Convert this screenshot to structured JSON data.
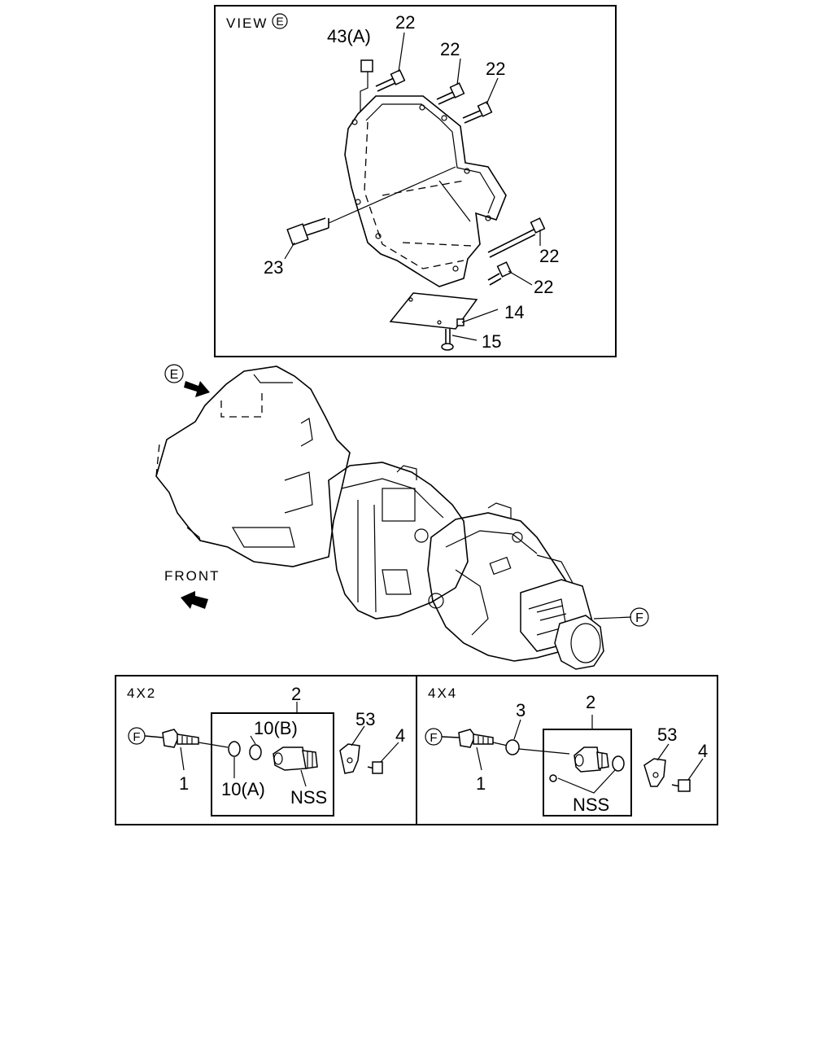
{
  "view_e_panel": {
    "title": "VIEW",
    "title_marker": "E",
    "callouts": {
      "p43a": "43(A)",
      "p22_a": "22",
      "p22_b": "22",
      "p22_c": "22",
      "p22_d": "22",
      "p22_e": "22",
      "p23": "23",
      "p14": "14",
      "p15": "15"
    }
  },
  "main_view": {
    "marker_e": "E",
    "marker_f": "F",
    "front_label": "FRONT"
  },
  "panel_4x2": {
    "title": "4X2",
    "marker_f": "F",
    "callouts": {
      "p2": "2",
      "p10b": "10(B)",
      "p10a": "10(A)",
      "p53": "53",
      "p4": "4",
      "p1": "1",
      "nss": "NSS"
    }
  },
  "panel_4x4": {
    "title": "4X4",
    "marker_f": "F",
    "callouts": {
      "p2": "2",
      "p3": "3",
      "p53": "53",
      "p4": "4",
      "p1": "1",
      "nss": "NSS"
    }
  }
}
